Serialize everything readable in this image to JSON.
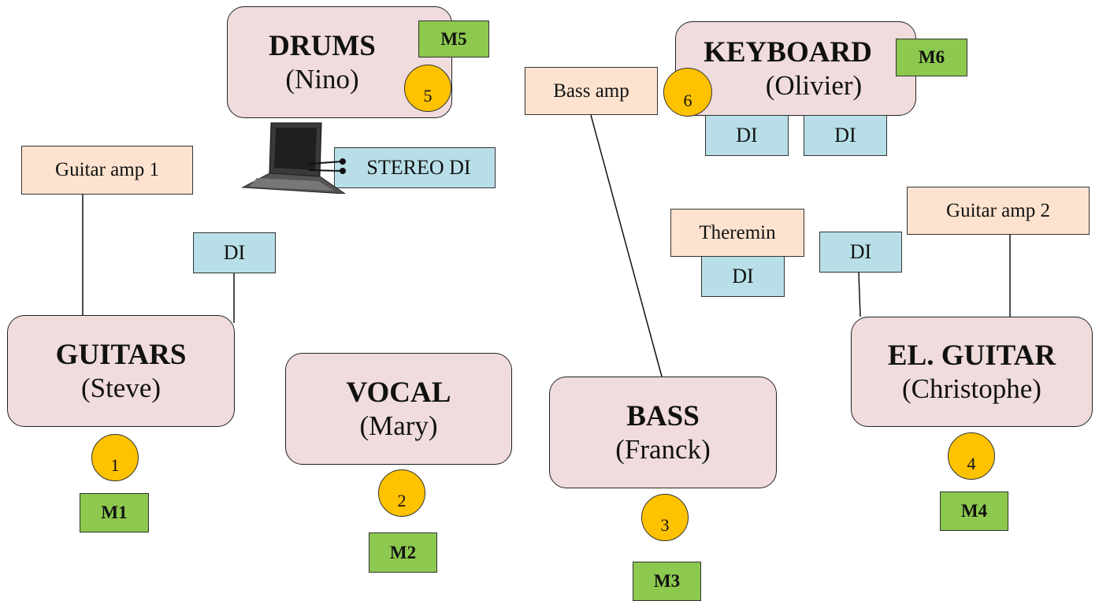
{
  "musicians": {
    "drums": {
      "instrument": "DRUMS",
      "person": "(Nino)"
    },
    "keyboard": {
      "instrument": "KEYBOARD",
      "person": "(Olivier)"
    },
    "guitars": {
      "instrument": "GUITARS",
      "person": "(Steve)"
    },
    "vocal": {
      "instrument": "VOCAL",
      "person": "(Mary)"
    },
    "bass": {
      "instrument": "BASS",
      "person": "(Franck)"
    },
    "elguitar": {
      "instrument": "EL. GUITAR",
      "person": "(Christophe)"
    }
  },
  "amps": {
    "guitar_amp_1": "Guitar amp 1",
    "bass_amp": "Bass amp",
    "theremin": "Theremin",
    "guitar_amp_2": "Guitar amp 2"
  },
  "di_boxes": {
    "stereo": "STEREO DI",
    "guitars": "DI",
    "keyboard_left": "DI",
    "keyboard_right": "DI",
    "theremin": "DI",
    "elguitar": "DI"
  },
  "mics": {
    "m1": "M1",
    "m2": "M2",
    "m3": "M3",
    "m4": "M4",
    "m5": "M5",
    "m6": "M6"
  },
  "monitors": {
    "mon1": "1",
    "mon2": "2",
    "mon3": "3",
    "mon4": "4",
    "mon5": "5",
    "mon6": "6"
  },
  "colors": {
    "musician_fill": "#f0dcdc",
    "amp_fill": "#fde3cf",
    "di_fill": "#b8dfe8",
    "mic_fill": "#8dc84f",
    "monitor_fill": "#ffc200"
  }
}
